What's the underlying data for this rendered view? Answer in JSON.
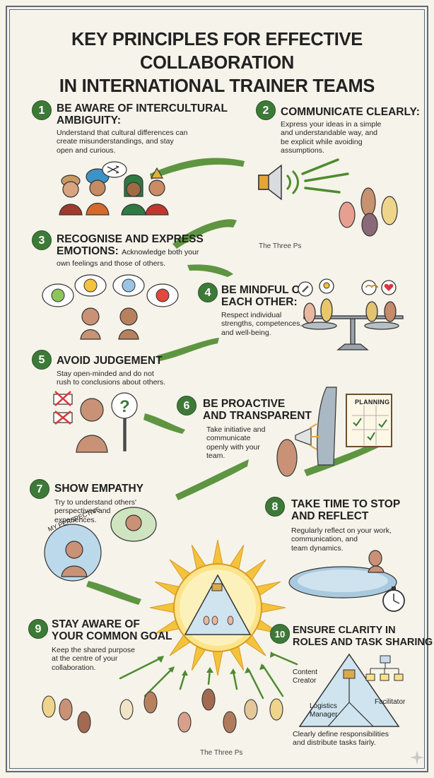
{
  "title": {
    "line1": "KEY PRINCIPLES FOR EFFECTIVE COLLABORATION",
    "line2": "IN INTERNATIONAL TRAINER TEAMS"
  },
  "principles": [
    {
      "number": "1",
      "heading": [
        "BE AWARE OF INTERCULTURAL",
        "AMBIGUITY:"
      ],
      "body": [
        "Understand that cultural differences can",
        "create misunderstandings, and stay",
        "open and curious."
      ]
    },
    {
      "number": "2",
      "heading": [
        "COMMUNICATE CLEARLY:"
      ],
      "body": [
        "Express your ideas in a simple",
        "and understandable way, and",
        "be explicit while avoiding",
        "assumptions."
      ]
    },
    {
      "number": "3",
      "heading": [
        "RECOGNISE AND EXPRESS",
        "EMOTIONS:"
      ],
      "inline_body": "Acknowledge both your",
      "body": [
        "own feelings and those of others."
      ]
    },
    {
      "number": "4",
      "heading": [
        "BE MINDFUL OF",
        "EACH OTHER:"
      ],
      "body": [
        "Respect individual",
        "strengths, competences,",
        "and well-being."
      ]
    },
    {
      "number": "5",
      "heading": [
        "AVOID JUDGEMENT"
      ],
      "body": [
        "Stay open-minded and do not",
        "rush to conclusions about others."
      ]
    },
    {
      "number": "6",
      "heading": [
        "BE PROACTIVE",
        "AND TRANSPARENT"
      ],
      "body": [
        "Take initiative and",
        "communicate",
        "openly with your",
        "team."
      ]
    },
    {
      "number": "7",
      "heading": [
        "SHOW EMPATHY"
      ],
      "body": [
        "Try to understand others'",
        "perspectives and",
        "experiences."
      ]
    },
    {
      "number": "8",
      "heading": [
        "TAKE TIME TO STOP",
        "AND REFLECT"
      ],
      "body": [
        "Regularly reflect on your work,",
        "communication, and",
        "team dynamics."
      ]
    },
    {
      "number": "9",
      "heading": [
        "STAY AWARE OF",
        "YOUR COMMON GOAL"
      ],
      "body": [
        "Keep the shared purpose",
        "at the centre of your",
        "collaboration."
      ]
    },
    {
      "number": "10",
      "heading": [
        "ENSURE CLARITY IN",
        "ROLES AND TASK SHARING"
      ],
      "body": [
        "Clearly define responsibilities",
        "and distribute tasks fairly."
      ]
    }
  ],
  "labels": {
    "brand_top": "The Three Ps",
    "brand_bottom": "The Three Ps",
    "planning": "PLANNING",
    "my_perspective": "MY PERSPECTIVE",
    "content_creator": [
      "Content",
      "Creator"
    ],
    "logistics_manager": [
      "Logistics",
      "Manager"
    ],
    "facilitator": "Facilitator"
  },
  "icons": [
    "shuffle-icon",
    "speaker-icon",
    "smiley-emoji-icon",
    "grin-emoji-icon",
    "worried-emoji-icon",
    "angry-emoji-icon",
    "wrench-icon",
    "lightbulb-icon",
    "heart-icon",
    "question-mark-icon",
    "megaphone-icon",
    "checkmark-icon",
    "sun-icon",
    "stopwatch-icon",
    "org-chart-icon",
    "pyramid-icon",
    "scale-icon",
    "sparkle-icon"
  ],
  "colors": {
    "accent_green": "#3d7a38",
    "brush_green": "#4e8b2f",
    "sun_yellow": "#f3c33b",
    "frame": "#5f6a73",
    "background": "#f6f3ea"
  }
}
